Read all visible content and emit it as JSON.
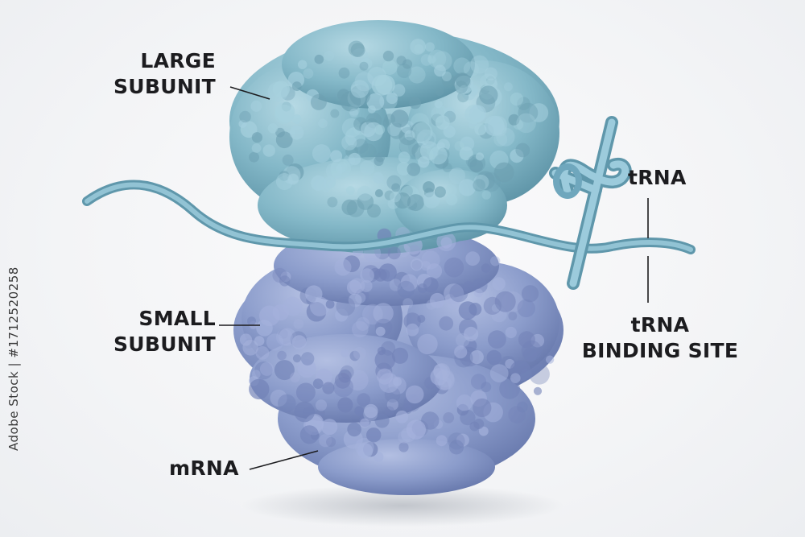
{
  "labels": {
    "large_subunit": [
      "LARGE",
      "SUBUNIT"
    ],
    "small_subunit": [
      "SMALL",
      "SUBUNIT"
    ],
    "mrna": "mRNA",
    "trna": "tRNA",
    "trna_binding_site": [
      "tRNA",
      "BINDING SITE"
    ]
  },
  "watermark_id": "Adobe Stock | #1712520258",
  "colors": {
    "large_subunit": "#84b8c8",
    "small_subunit": "#8b9ccb",
    "mrna_strand": "#6fa7bd",
    "trna": "#7fb4c9",
    "text": "#1c1c1f",
    "background": "#f5f6f7"
  }
}
